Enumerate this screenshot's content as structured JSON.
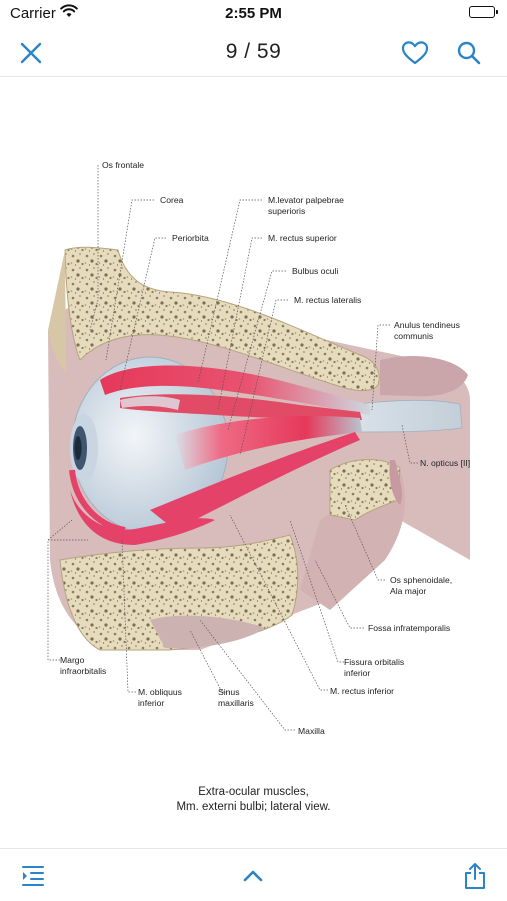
{
  "status_bar": {
    "carrier": "Carrier",
    "time": "2:55 PM"
  },
  "nav": {
    "page_counter": "9 / 59",
    "accent_color": "#2a84c9"
  },
  "figure": {
    "labels": {
      "os_frontale": "Os frontale",
      "corea": "Corea",
      "periorbita": "Periorbita",
      "levator_1": "M.levator palpebrae",
      "levator_2": "superioris",
      "rectus_superior": "M. rectus superior",
      "bulbus_oculi": "Bulbus oculi",
      "rectus_lateralis": "M. rectus lateralis",
      "anulus_1": "Anulus tendineus",
      "anulus_2": "communis",
      "n_opticus": "N. opticus [II]",
      "os_sphenoidale_1": "Os sphenoidale,",
      "os_sphenoidale_2": "Ala major",
      "fossa": "Fossa infratemporalis",
      "fissura_1": "Fissura orbitalis",
      "fissura_2": "inferior",
      "rectus_inferior": "M. rectus inferior",
      "maxilla": "Maxilla",
      "sinus_1": "Sinus",
      "sinus_2": "maxillaris",
      "obliquus_1": "M. obliquus",
      "obliquus_2": "inferior",
      "margo_1": "Margo",
      "margo_2": "infraorbitalis"
    },
    "caption_line1": "Extra-ocular muscles,",
    "caption_line2": "Mm. externi bulbi; lateral view."
  },
  "toolbar": {
    "icons": [
      "outline-icon",
      "chevron-up-icon",
      "share-icon"
    ]
  }
}
